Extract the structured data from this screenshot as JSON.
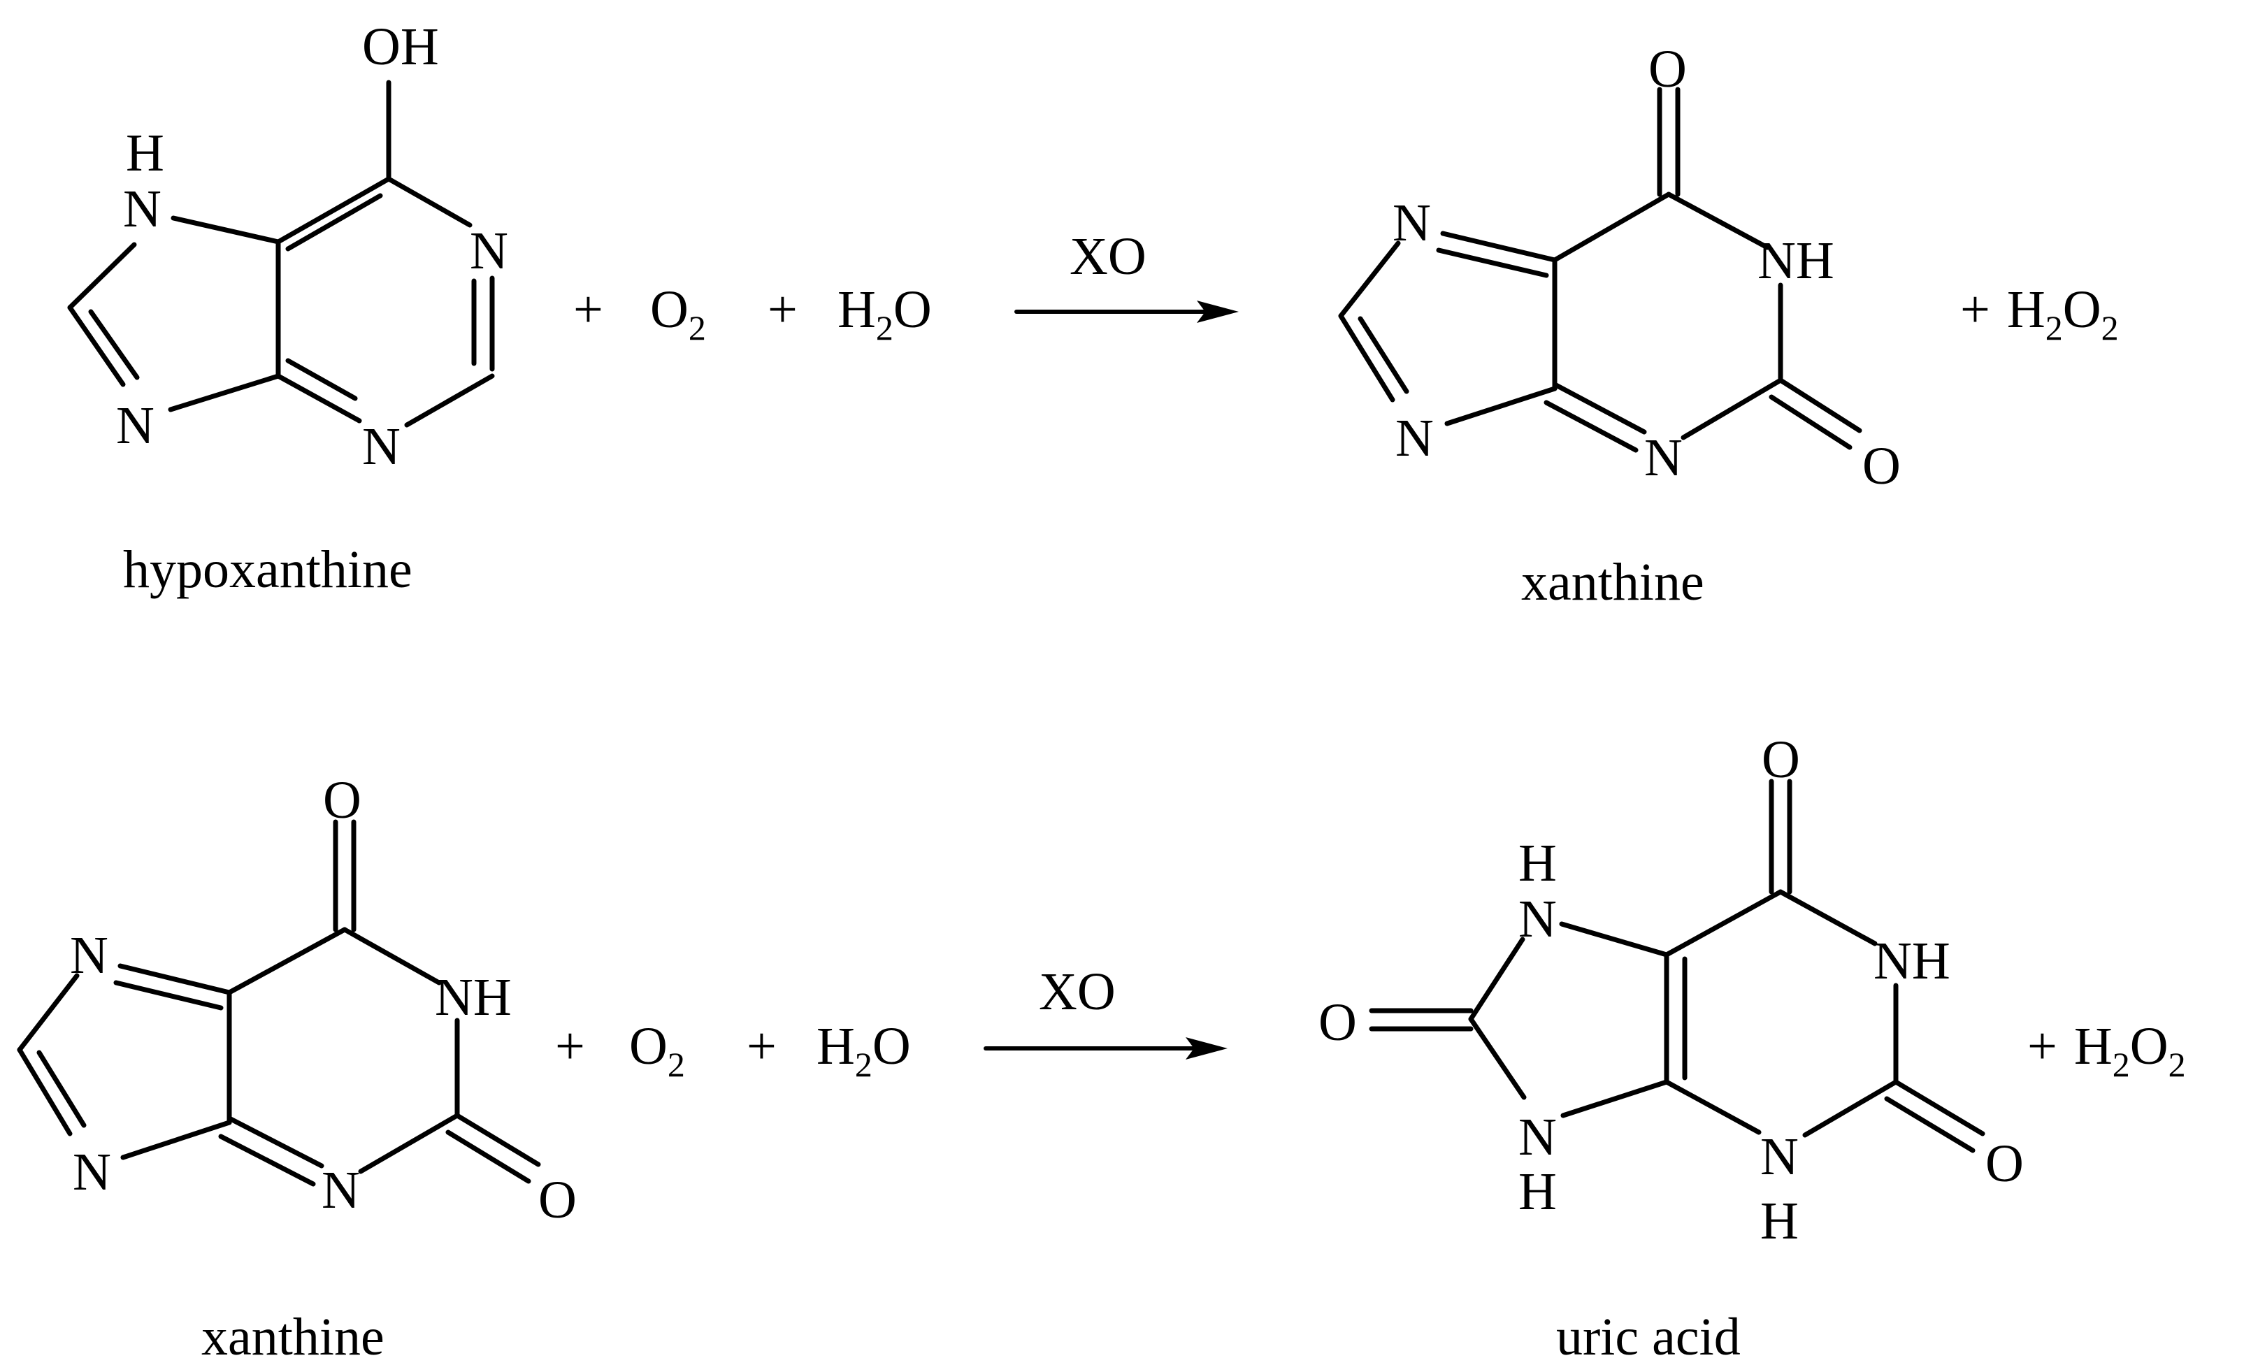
{
  "reaction_1": {
    "reactant": {
      "name": "hypoxanthine",
      "atoms": {
        "hydroxyl": "OH",
        "imidazole_nh": "N",
        "imidazole_nh_h": "H",
        "imidazole_n": "N",
        "pyrimidine_n_upper": "N",
        "pyrimidine_n_lower": "N"
      }
    },
    "plus_1": "+",
    "co_reactant_1": "O",
    "co_reactant_1_sub": "2",
    "plus_2": "+",
    "co_reactant_2_a": "H",
    "co_reactant_2_sub": "2",
    "co_reactant_2_b": "O",
    "enzyme": "XO",
    "product": {
      "name": "xanthine",
      "atoms": {
        "carbonyl_o_top": "O",
        "carbonyl_o_right": "O",
        "nh": "NH",
        "imidazole_n_upper": "N",
        "imidazole_n_lower": "N",
        "pyrimidine_n": "N"
      }
    },
    "byproduct_plus": "+",
    "byproduct_a": "H",
    "byproduct_sub1": "2",
    "byproduct_b": "O",
    "byproduct_sub2": "2"
  },
  "reaction_2": {
    "reactant": {
      "name": "xanthine",
      "atoms": {
        "carbonyl_o_top": "O",
        "carbonyl_o_right": "O",
        "nh": "NH",
        "imidazole_n_upper": "N",
        "imidazole_n_lower": "N",
        "pyrimidine_n": "N"
      }
    },
    "plus_1": "+",
    "co_reactant_1": "O",
    "co_reactant_1_sub": "2",
    "plus_2": "+",
    "co_reactant_2_a": "H",
    "co_reactant_2_sub": "2",
    "co_reactant_2_b": "O",
    "enzyme": "XO",
    "product": {
      "name": "uric acid",
      "atoms": {
        "carbonyl_o_top": "O",
        "carbonyl_o_right": "O",
        "carbonyl_o_left": "O",
        "nh_pyrimidine": "NH",
        "n_imid_upper": "N",
        "n_imid_upper_h": "H",
        "n_imid_lower": "N",
        "n_imid_lower_h": "H",
        "n_pyr_lower": "N",
        "n_pyr_lower_h": "H"
      }
    },
    "byproduct_plus": "+",
    "byproduct_a": "H",
    "byproduct_sub1": "2",
    "byproduct_b": "O",
    "byproduct_sub2": "2"
  }
}
